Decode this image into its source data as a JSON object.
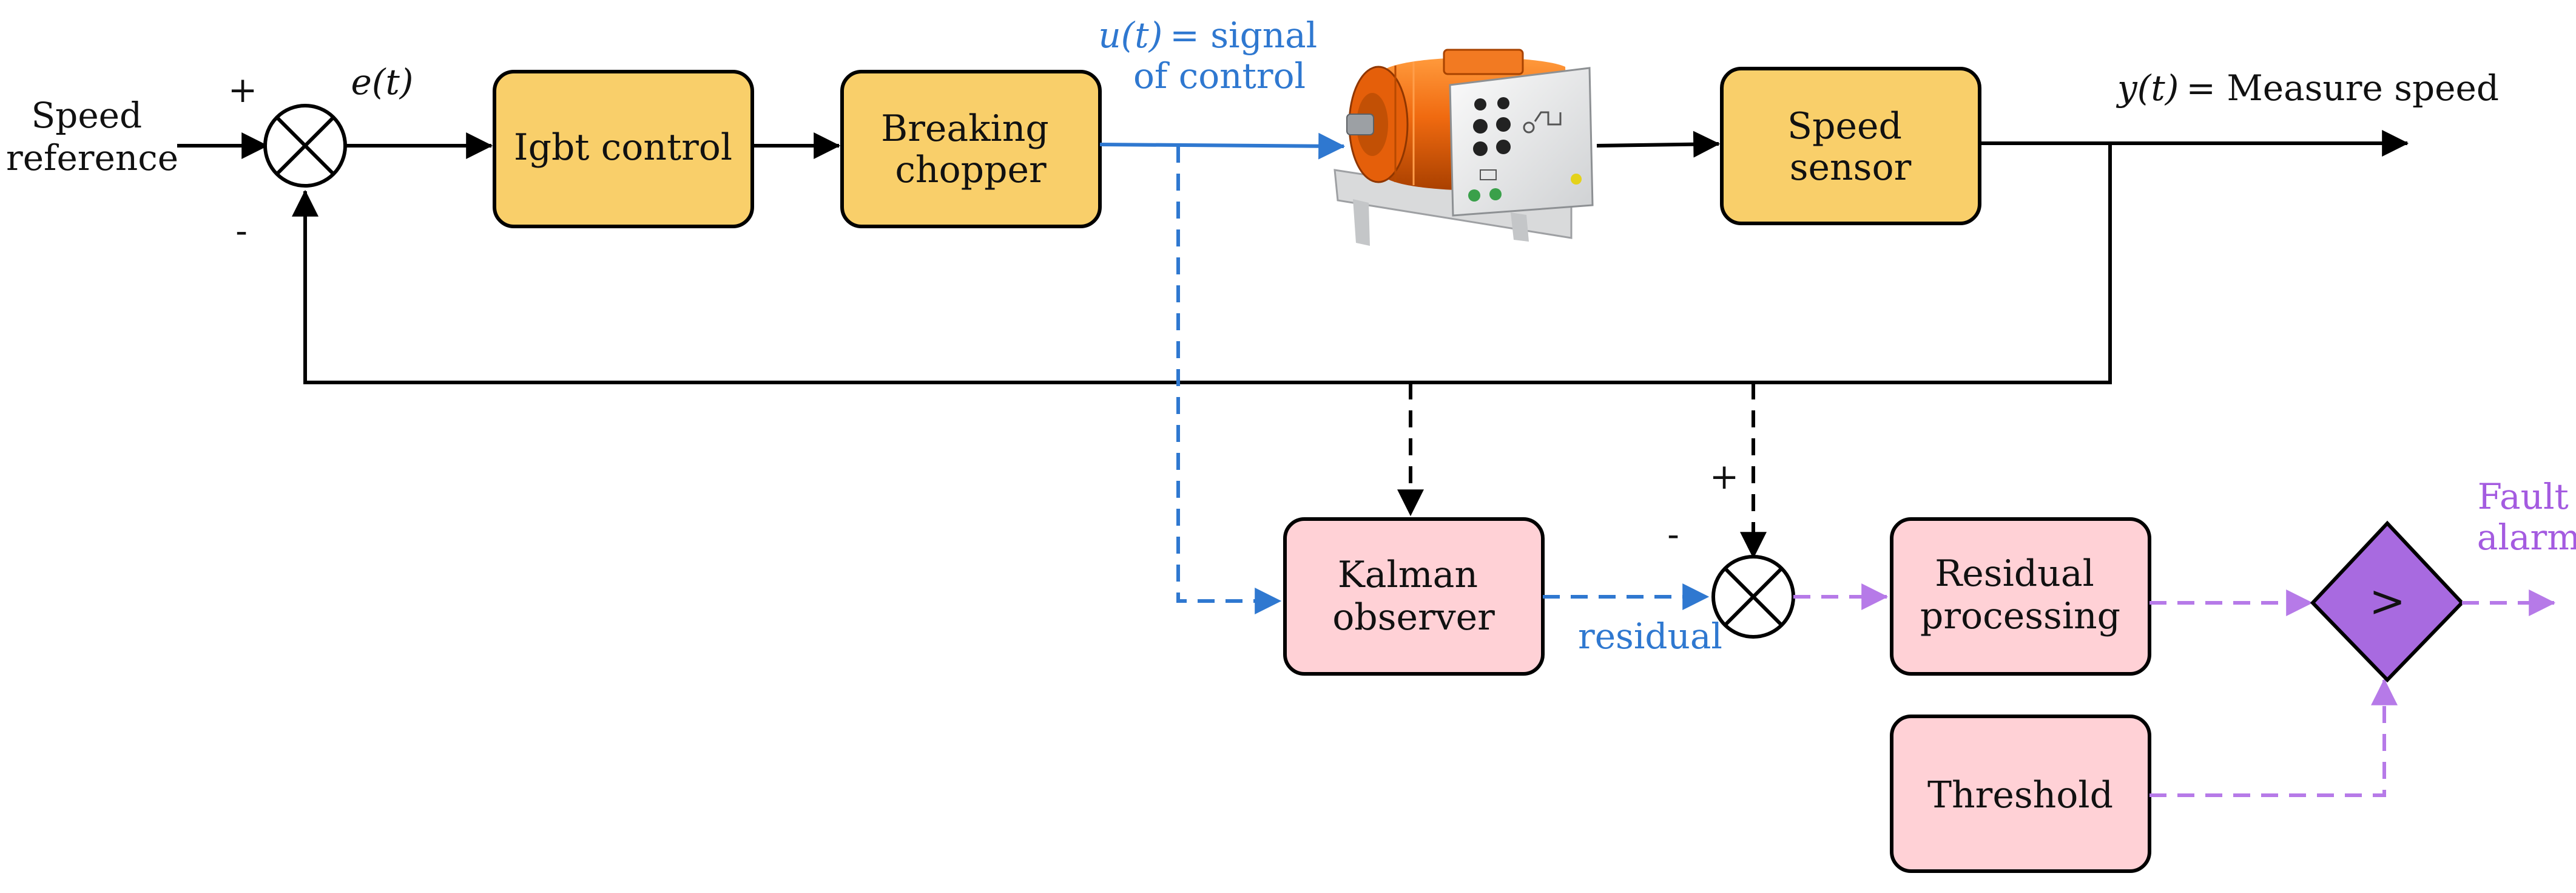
{
  "colors": {
    "orange_box": "#f9cf6a",
    "pink_box": "#ffd1d6",
    "blue_signal": "#2f78d0",
    "purple_alarm": "#a45be0",
    "purple_comparator": "#a86ae0",
    "black": "#000000"
  },
  "inputs": {
    "speed_reference": [
      "Speed",
      "reference"
    ],
    "plus_sign": "+",
    "minus_sign": "-",
    "error_label": "e(t)"
  },
  "blocks": {
    "igbt_control": "Igbt control",
    "breaking_chopper": [
      "Breaking",
      "chopper"
    ],
    "speed_sensor": [
      "Speed",
      "sensor"
    ],
    "kalman_observer": [
      "Kalman",
      "observer"
    ],
    "residual_processing": [
      "Residual",
      "processing"
    ],
    "threshold": "Threshold",
    "comparator_symbol": ">"
  },
  "signals": {
    "control_signal_var": "u(t)",
    "control_signal_text": "= signal",
    "control_signal_text2": "of control",
    "output_var": "y(t)",
    "output_text": "= Measure speed",
    "residual": "residual",
    "lower_plus": "+",
    "lower_minus": "-",
    "fault_alarm": [
      "Fault",
      "alarm"
    ]
  },
  "images": {
    "motor": "motor-photo"
  }
}
